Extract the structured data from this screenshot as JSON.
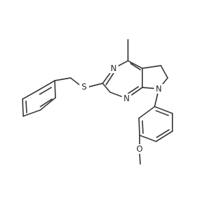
{
  "molecule": {
    "atoms": {
      "n_ring_top": "N",
      "n_ring_bottom": "N",
      "n_pyrrole": "N",
      "s_thioether": "S",
      "o_methoxy": "O"
    }
  }
}
